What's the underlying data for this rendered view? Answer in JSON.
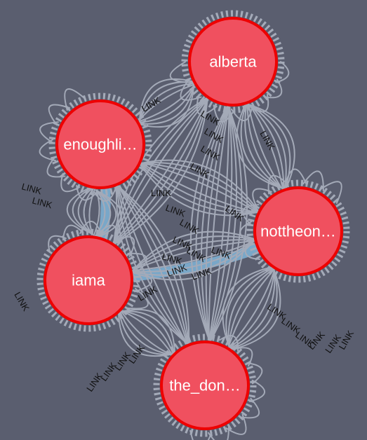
{
  "graph": {
    "nodes": [
      {
        "id": "alberta",
        "label": "alberta"
      },
      {
        "id": "enoughlibertarianspam",
        "label": "enoughli…"
      },
      {
        "id": "nottheonion",
        "label": "nottheon…"
      },
      {
        "id": "iama",
        "label": "iama"
      },
      {
        "id": "the_donald",
        "label": "the_don…"
      }
    ],
    "edge_label": "LINK",
    "highlight_path": [
      "enoughlibertarianspam",
      "iama",
      "nottheonion"
    ],
    "colors": {
      "background": "#5a5e6f",
      "node_fill": "#f0505f",
      "node_stroke": "#ee0000",
      "edge": "#a4aab8",
      "edge_highlight": "#7fb4d8",
      "label": "#111111"
    }
  }
}
